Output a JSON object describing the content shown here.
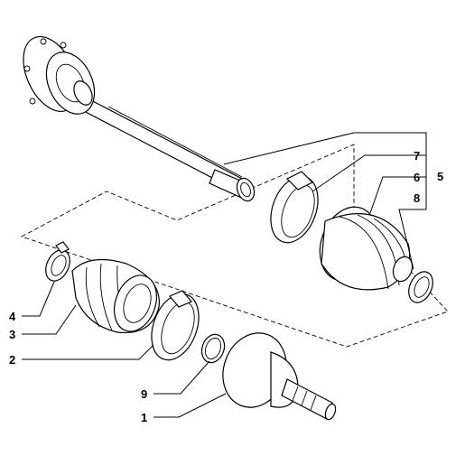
{
  "callouts": [
    {
      "id": "c1",
      "label": "1"
    },
    {
      "id": "c2",
      "label": "2"
    },
    {
      "id": "c3",
      "label": "3"
    },
    {
      "id": "c4",
      "label": "4"
    },
    {
      "id": "c5",
      "label": "5"
    },
    {
      "id": "c6",
      "label": "6"
    },
    {
      "id": "c7",
      "label": "7"
    },
    {
      "id": "c8",
      "label": "8"
    },
    {
      "id": "c9",
      "label": "9"
    }
  ]
}
